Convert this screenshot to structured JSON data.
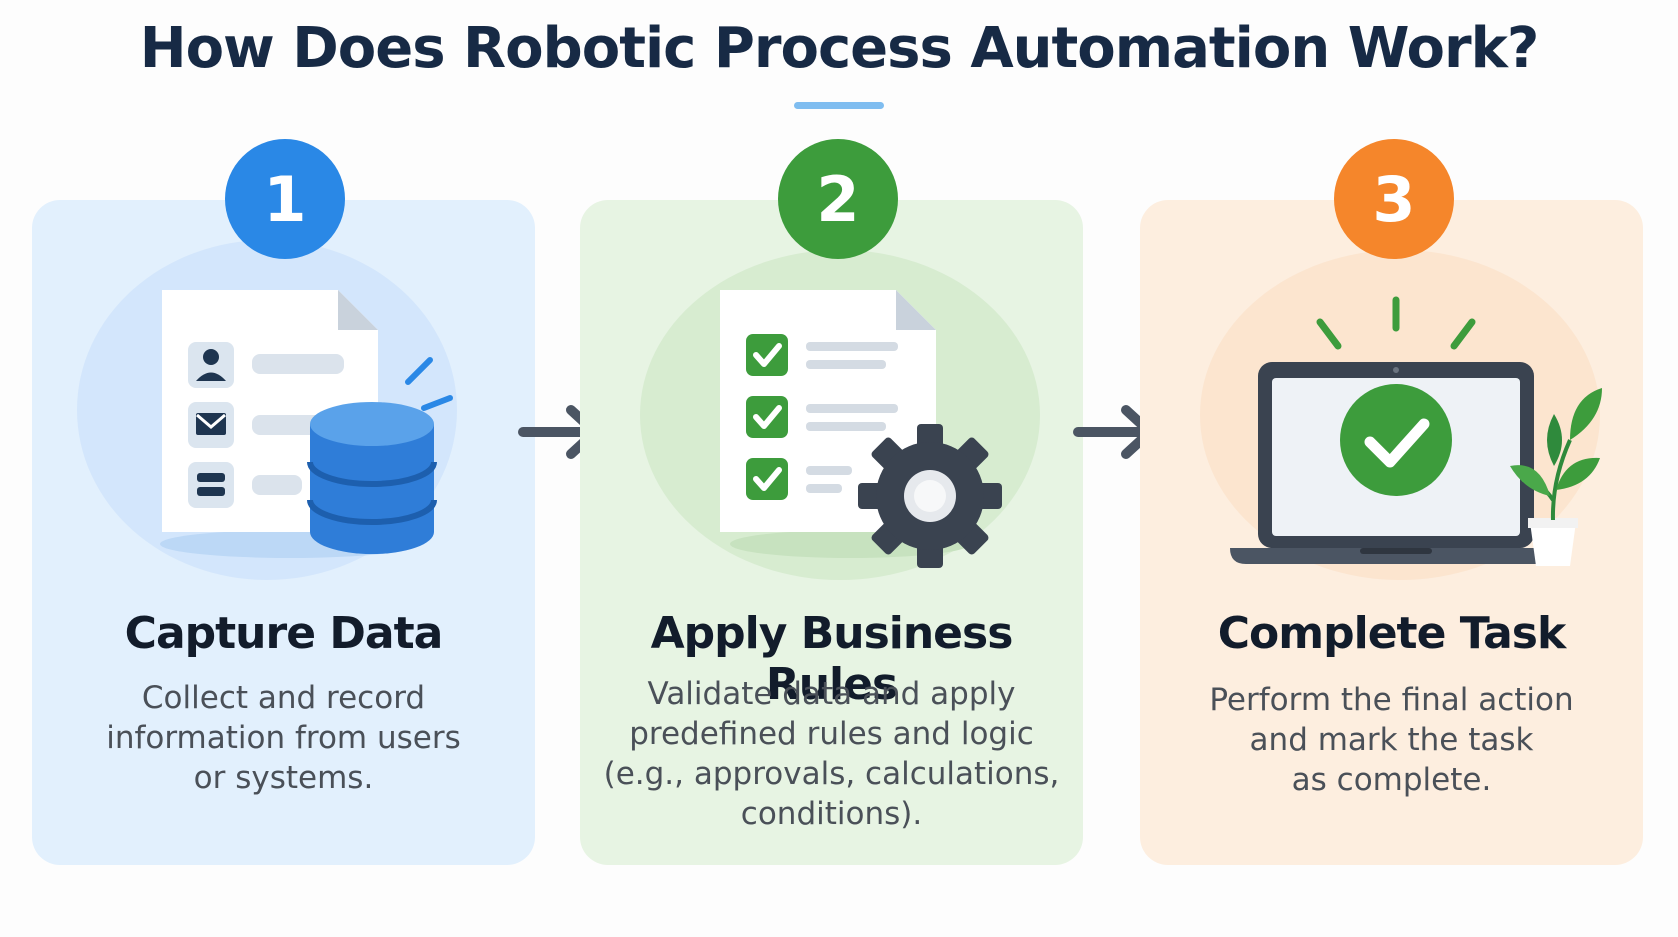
{
  "title": "How Does Robotic Process Automation Work?",
  "colors": {
    "title": "#172a45",
    "step1": "#2a88e6",
    "step2": "#3d9c3c",
    "step3": "#f5862b",
    "arrow": "#4b5563"
  },
  "steps": [
    {
      "number": "1",
      "title": "Capture Data",
      "description": "Collect and record\ninformation from users\nor systems.",
      "icons": [
        "document-icon",
        "user-icon",
        "mail-icon",
        "list-icon",
        "database-icon"
      ]
    },
    {
      "number": "2",
      "title": "Apply Business Rules",
      "description": "Validate data and apply\npredefined rules and logic\n(e.g., approvals, calculations,\nconditions).",
      "icons": [
        "checklist-document-icon",
        "gear-icon"
      ]
    },
    {
      "number": "3",
      "title": "Complete Task",
      "description": "Perform the final action\nand mark the task\nas complete.",
      "icons": [
        "laptop-icon",
        "check-circle-icon",
        "plant-icon"
      ]
    }
  ]
}
